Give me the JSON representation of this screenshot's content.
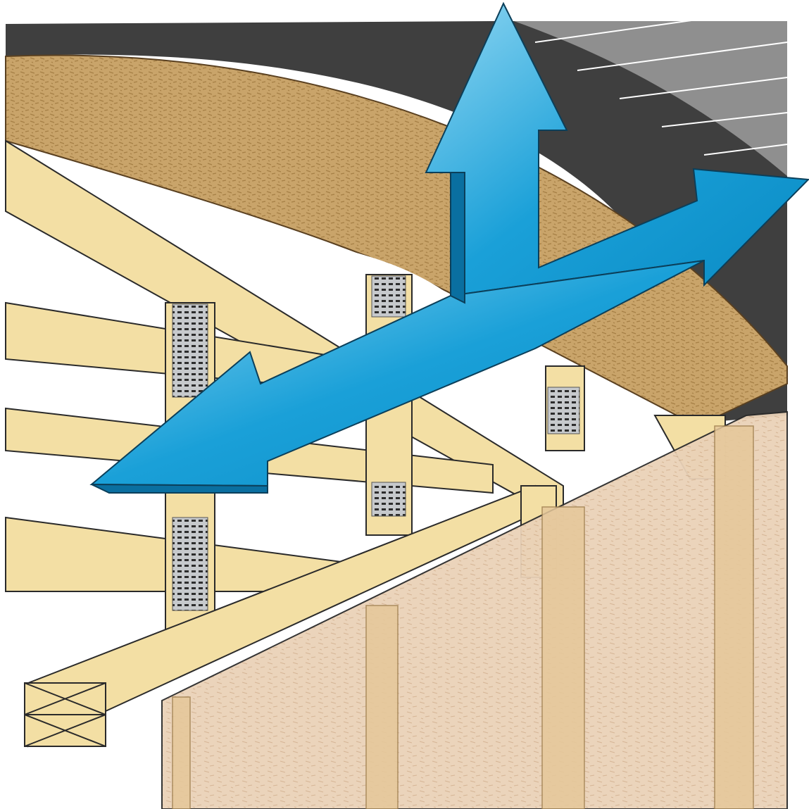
{
  "illustration": {
    "subject": "roof-framing-with-airflow-arrows",
    "colors": {
      "roof_membrane": "#3f3f3f",
      "shingles": "#8a8a8a",
      "sheathing": "#c9a46a",
      "lumber": "#f3dfa4",
      "lumber_edge": "#d8bd78",
      "gusset_plate": "#b9bcc0",
      "wall_panel": "#ead2b8",
      "arrow": "#1aa0d8",
      "arrow_light": "#8fd6f2",
      "outline": "#2a2a2a"
    },
    "icons": [
      "arrow-up",
      "arrow-right",
      "arrow-down-left"
    ]
  }
}
